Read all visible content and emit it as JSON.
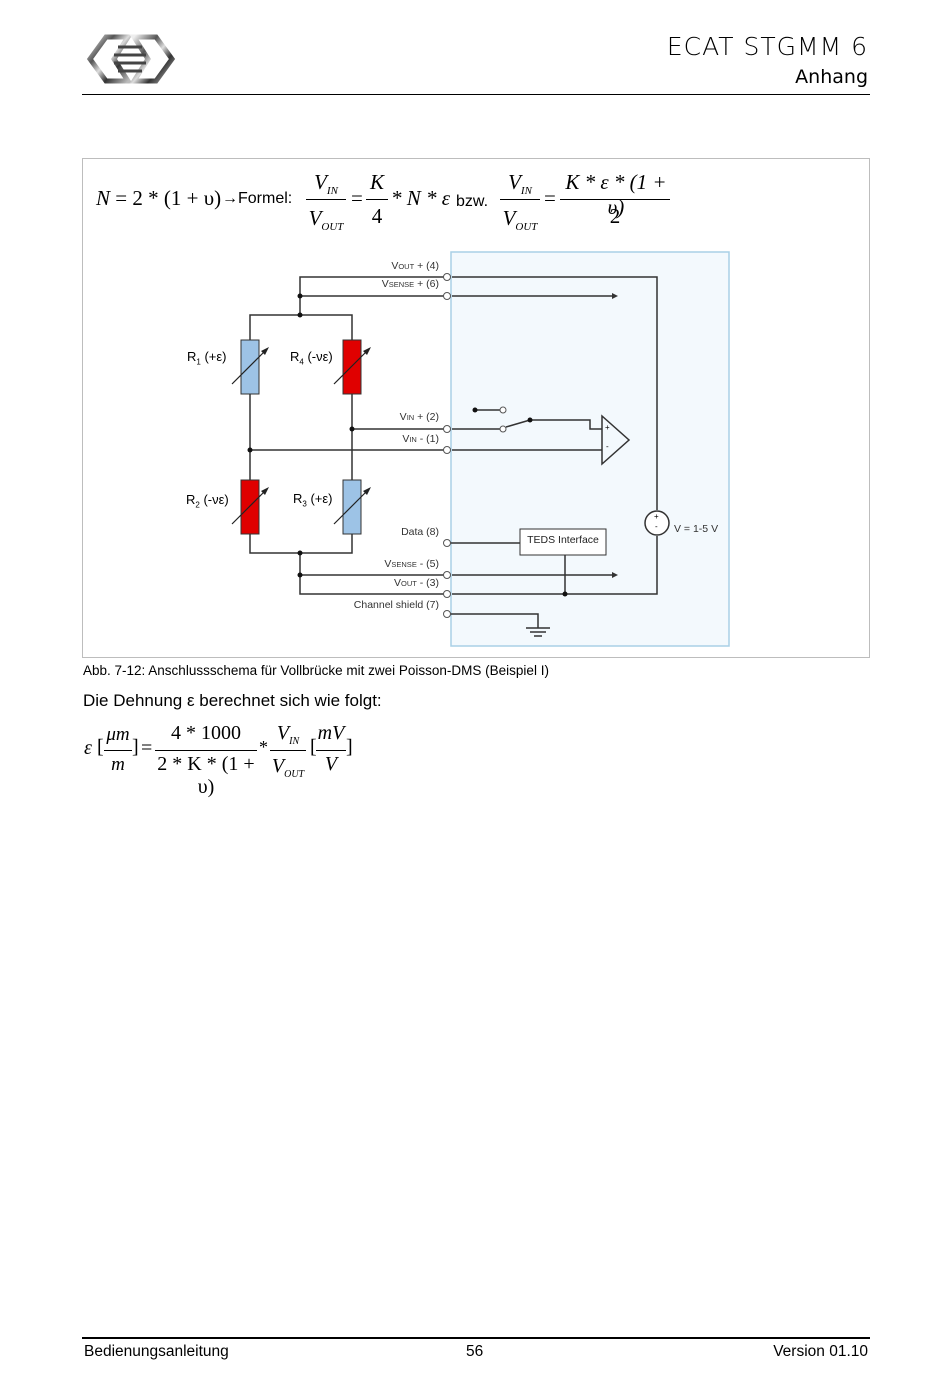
{
  "header": {
    "logo": "company-logo",
    "title": "ECAT STGMM 6",
    "subtitle": "Anhang"
  },
  "figure": {
    "formula_top": {
      "n_def_lhs": "N",
      "n_def_rhs": "= 2 * (1 + υ)",
      "arrow": "→",
      "formel_label": "Formel:",
      "frac1_num": "V",
      "frac1_num_sub": "IN",
      "frac1_den": "V",
      "frac1_den_sub": "OUT",
      "equals": "=",
      "frac2_num": "K",
      "frac2_den": "4",
      "tail": "* N * ε",
      "bzw_label": "bzw.",
      "frac3_num": "K * ε * (1 + υ)",
      "frac3_den": "2"
    },
    "resistors": [
      {
        "label": "R",
        "sub": "1",
        "strain": " (+ε)",
        "color": "#9dc3e6"
      },
      {
        "label": "R",
        "sub": "4",
        "strain": " (-νε)",
        "color": "#e00000"
      },
      {
        "label": "R",
        "sub": "2",
        "strain": " (-νε)",
        "color": "#e00000"
      },
      {
        "label": "R",
        "sub": "3",
        "strain": " (+ε)",
        "color": "#9dc3e6"
      }
    ],
    "terminals": {
      "vout_plus": {
        "v": "V",
        "sub": "OUT",
        "rest": " + (4)"
      },
      "vsense_plus": {
        "v": "V",
        "sub": "SENSE",
        "rest": " + (6)"
      },
      "vin_plus": {
        "v": "V",
        "sub": "IN",
        "rest": " + (2)"
      },
      "vin_minus": {
        "v": "V",
        "sub": "IN",
        "rest": " - (1)"
      },
      "data": "Data (8)",
      "vsense_minus": {
        "v": "V",
        "sub": "SENSE",
        "rest": " - (5)"
      },
      "vout_minus": {
        "v": "V",
        "sub": "OUT",
        "rest": " - (3)"
      },
      "shield": "Channel shield (7)"
    },
    "teds_label": "TEDS Interface",
    "supply_label": "V = 1-5 V",
    "amp_plus": "+",
    "amp_minus": "-",
    "module_color": "#f3f9fd",
    "module_border": "#a9d0e6"
  },
  "caption": "Abb. 7-12: Anschlussschema für Vollbrücke mit zwei Poisson-DMS (Beispiel I)",
  "paragraph": "Die Dehnung ε berechnet sich wie folgt:",
  "formula_bottom": {
    "eps": "ε",
    "unit_num": "μm",
    "unit_den": "m",
    "equals": "=",
    "num": "4 * 1000",
    "den": "2 * K * (1 + υ)",
    "times": "*",
    "v_num": "V",
    "v_num_sub": "IN",
    "v_den": "V",
    "v_den_sub": "OUT",
    "unit2_num": "mV",
    "unit2_den": "V"
  },
  "footer": {
    "left": "Bedienungsanleitung",
    "page": "56",
    "right": "Version 01.10"
  }
}
